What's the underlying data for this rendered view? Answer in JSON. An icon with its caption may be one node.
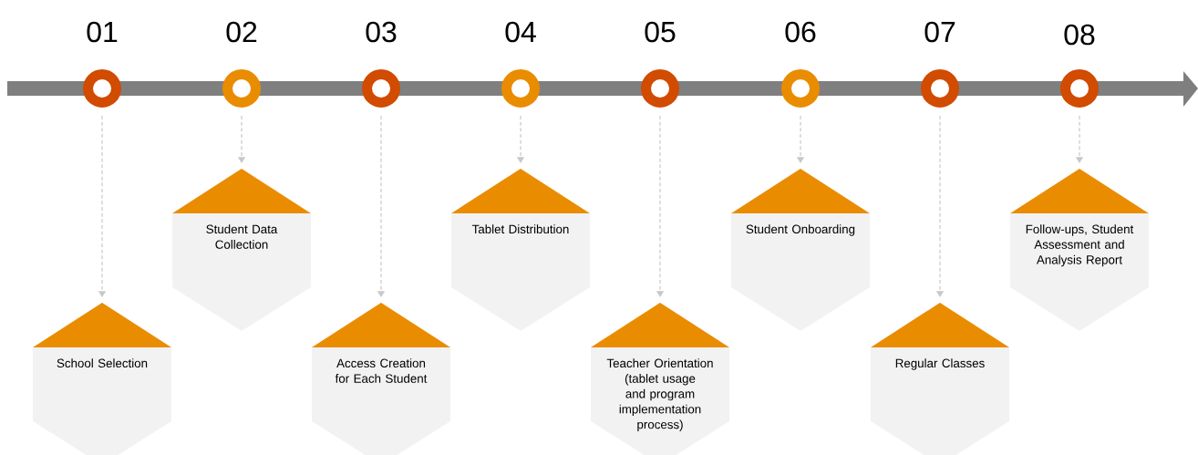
{
  "diagram": {
    "nodes": [
      {
        "text": [],
        "shape": "circle",
        "beside": [
          "01"
        ]
      },
      {
        "text": [],
        "shape": "circle",
        "beside": [
          "02"
        ]
      },
      {
        "text": [],
        "shape": "circle",
        "beside": [
          "03"
        ]
      },
      {
        "text": [],
        "shape": "circle",
        "beside": [
          "04"
        ]
      },
      {
        "text": [],
        "shape": "circle",
        "beside": [
          "05"
        ]
      },
      {
        "text": [],
        "shape": "circle",
        "beside": [
          "06"
        ]
      },
      {
        "text": [],
        "shape": "circle",
        "beside": [
          "07"
        ]
      },
      {
        "text": [],
        "shape": "circle",
        "beside": [
          "08"
        ]
      },
      {
        "text": [
          "School Selection"
        ]
      },
      {
        "text": [
          "Student Data Collection"
        ]
      },
      {
        "text": [
          "Access Creation for Each Student"
        ]
      },
      {
        "text": [
          "Tablet Distribution"
        ]
      },
      {
        "text": [
          "Teacher Orientation (tablet usage and program implementation process)"
        ]
      },
      {
        "text": [
          "Student Onboarding"
        ]
      },
      {
        "text": [
          "Regular Classes"
        ]
      },
      {
        "text": [
          "Follow-ups,  Student Assessment and Analysis Report"
        ]
      }
    ],
    "edges": [
      {
        "from": 0,
        "to": 8,
        "arrow": "to",
        "style": "dashed"
      },
      {
        "from": 1,
        "to": 9,
        "arrow": "to",
        "style": "dashed"
      },
      {
        "from": 2,
        "to": 10,
        "arrow": "to",
        "style": "dashed"
      },
      {
        "from": 3,
        "to": 11,
        "arrow": "to",
        "style": "dashed"
      },
      {
        "from": 4,
        "to": 12,
        "arrow": "to",
        "style": "dashed"
      },
      {
        "from": 5,
        "to": 13,
        "arrow": "to",
        "style": "dashed"
      },
      {
        "from": 6,
        "to": 14,
        "arrow": "to",
        "style": "dashed"
      },
      {
        "from": 7,
        "to": 15,
        "arrow": "to",
        "style": "dashed"
      }
    ]
  }
}
